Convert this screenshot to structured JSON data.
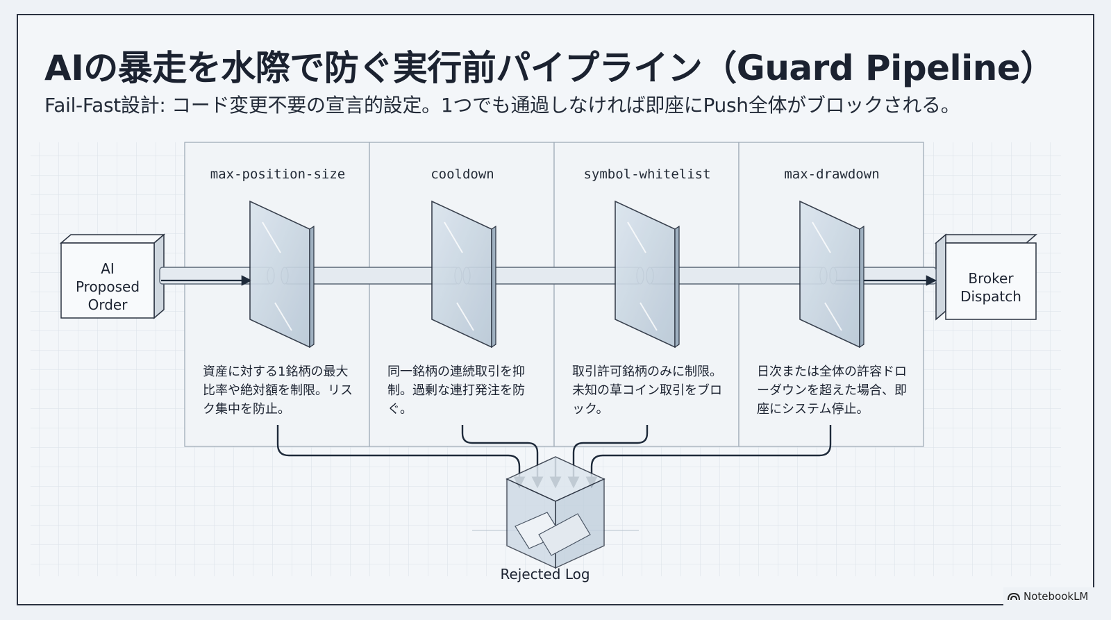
{
  "title": "AIの暴走を水際で防ぐ実行前パイプライン（Guard Pipeline）",
  "subtitle": "Fail-Fast設計: コード変更不要の宣言的設定。1つでも通過しなければ即座にPush全体がブロックされる。",
  "source_box": {
    "label": "AI\nProposed\nOrder"
  },
  "target_box": {
    "label": "Broker\nDispatch"
  },
  "gates": [
    {
      "name": "max-position-size",
      "description": "資産に対する1銘柄の最大比率や絶対額を制限。リスク集中を防止。"
    },
    {
      "name": "cooldown",
      "description": "同一銘柄の連続取引を抑制。過剰な連打発注を防ぐ。"
    },
    {
      "name": "symbol-whitelist",
      "description": "取引許可銘柄のみに制限。未知の草コイン取引をブロック。"
    },
    {
      "name": "max-drawdown",
      "description": "日次または全体の許容ドローダウンを超えた場合、即座にシステム停止。"
    }
  ],
  "rejected": {
    "label": "Rejected Log"
  },
  "watermark": {
    "text": "NotebookLM",
    "icon": "notebooklm-logo-icon"
  },
  "colors": {
    "line": "#1e2a3a",
    "glass": "#c9d6e2",
    "grid": "#d4dce4"
  }
}
